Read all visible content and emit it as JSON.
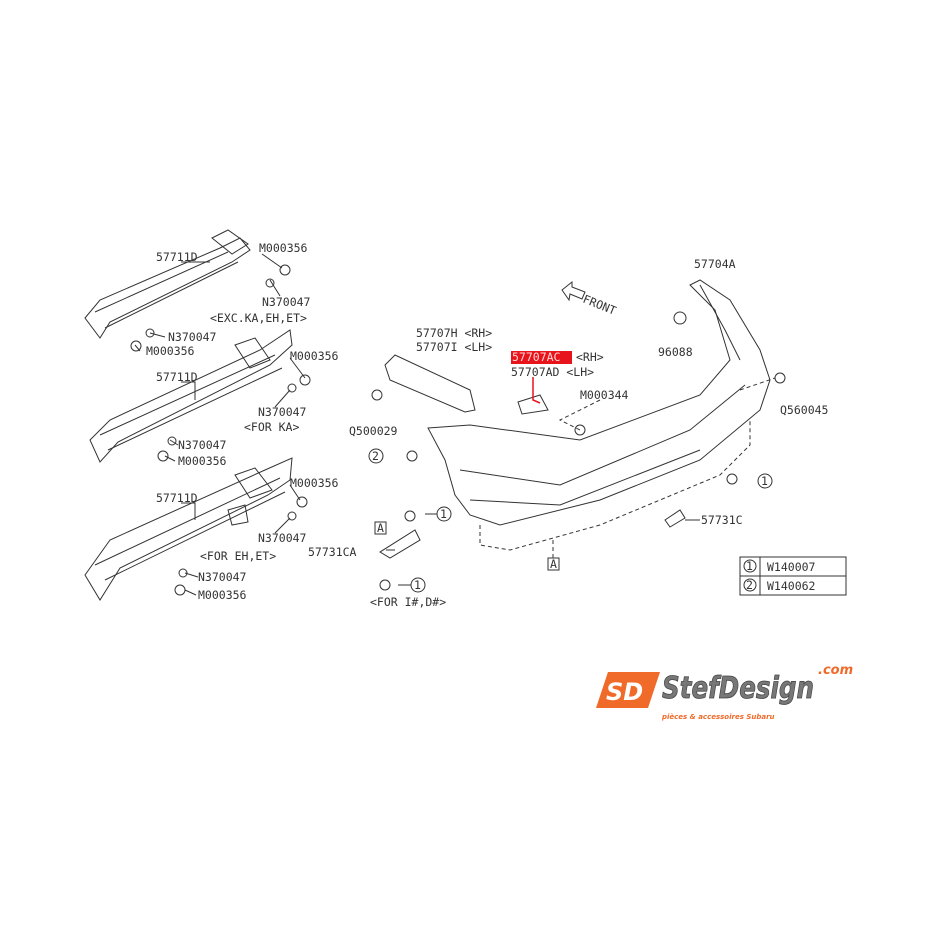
{
  "diagram": {
    "front_label": "FRONT",
    "labels": [
      {
        "id": "l1",
        "text": "57711D"
      },
      {
        "id": "l2",
        "text": "M000356"
      },
      {
        "id": "l3",
        "text": "N370047"
      },
      {
        "id": "l4",
        "text": "<EXC.KA,EH,ET>"
      },
      {
        "id": "l5",
        "text": "N370047"
      },
      {
        "id": "l6",
        "text": "M000356"
      },
      {
        "id": "l7",
        "text": "57711D"
      },
      {
        "id": "l8",
        "text": "M000356"
      },
      {
        "id": "l9",
        "text": "N370047"
      },
      {
        "id": "l10",
        "text": "<FOR KA>"
      },
      {
        "id": "l11",
        "text": "N370047"
      },
      {
        "id": "l12",
        "text": "M000356"
      },
      {
        "id": "l13",
        "text": "57711D"
      },
      {
        "id": "l14",
        "text": "M000356"
      },
      {
        "id": "l15",
        "text": "N370047"
      },
      {
        "id": "l16",
        "text": "<FOR EH,ET>"
      },
      {
        "id": "l17",
        "text": "N370047"
      },
      {
        "id": "l18",
        "text": "M000356"
      },
      {
        "id": "l19",
        "text": "57707H <RH>"
      },
      {
        "id": "l20",
        "text": "57707I <LH>"
      },
      {
        "id": "l21",
        "text": "Q500029"
      },
      {
        "id": "l22",
        "text": "<RH>"
      },
      {
        "id": "l23",
        "text": "57707AD <LH>"
      },
      {
        "id": "l24",
        "text": "M000344"
      },
      {
        "id": "l25",
        "text": "57704A"
      },
      {
        "id": "l26",
        "text": "96088"
      },
      {
        "id": "l27",
        "text": "Q560045"
      },
      {
        "id": "l28",
        "text": "57731C"
      },
      {
        "id": "l29",
        "text": "57731CA"
      },
      {
        "id": "l30",
        "text": "<FOR I#,D#>"
      }
    ],
    "highlighted_part": "57707AC",
    "highlight_color": "#e8141c",
    "ref_marks": {
      "A": "A",
      "one": "1",
      "two": "2"
    },
    "legend": [
      {
        "mark": "1",
        "code": "W140007"
      },
      {
        "mark": "2",
        "code": "W140062"
      }
    ]
  },
  "logo": {
    "name": "StefDesign",
    "tld": ".com",
    "tagline": "pièces & accessoires Subaru",
    "mark": "SD",
    "brand_color": "#f06a2a"
  }
}
